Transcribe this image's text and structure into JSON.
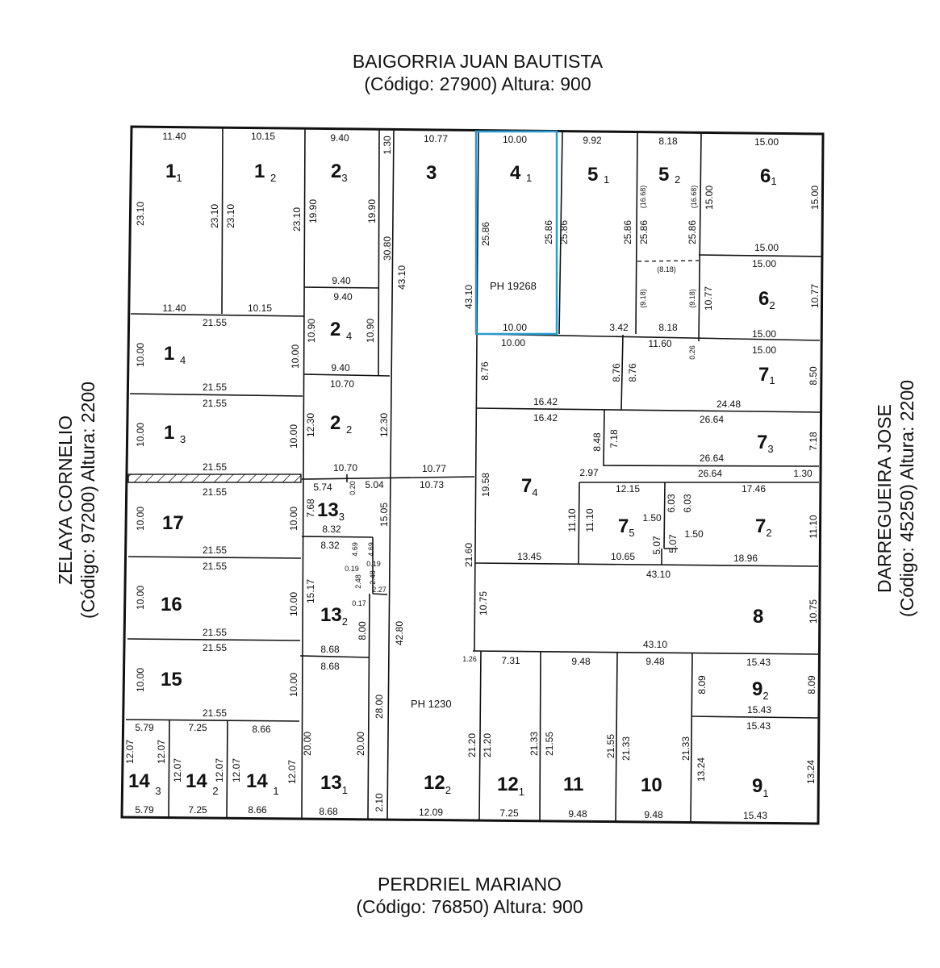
{
  "streets": {
    "north": {
      "name": "BAIGORRIA JUAN BAUTISTA",
      "info": "(Código: 27900) Altura: 900"
    },
    "south": {
      "name": "PERDRIEL MARIANO",
      "info": "(Código: 76850) Altura: 900"
    },
    "west": {
      "name": "ZELAYA CORNELIO",
      "info": "(Código: 97200) Altura: 2200"
    },
    "east": {
      "name": "DARREGUEIRA JOSE",
      "info": "(Código: 45250) Altura: 2200"
    }
  },
  "colors": {
    "lines": "#111111",
    "highlight": "#2b9bd1",
    "background": "#ffffff"
  },
  "highlighted_lot": "4 1",
  "ph_labels": [
    "PH 19268",
    "PH 1230"
  ],
  "lots": [
    "1 1",
    "1 2",
    "2 3",
    "3",
    "4 1",
    "5 1",
    "5 2",
    "6 1",
    "6 2",
    "7 1",
    "7 3",
    "1 4",
    "2 4",
    "1 3",
    "2 2",
    "17",
    "13 3",
    "7 4",
    "7 5",
    "7 2",
    "16",
    "13 2",
    "8",
    "15",
    "9 2",
    "14 3",
    "14 2",
    "14 1",
    "13 1",
    "12 2",
    "12 1",
    "11",
    "10",
    "9 1"
  ]
}
